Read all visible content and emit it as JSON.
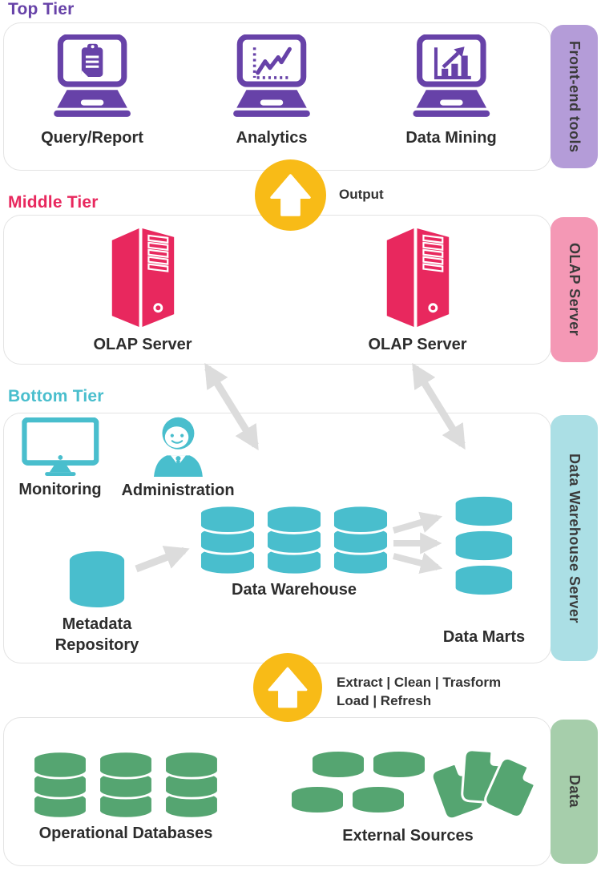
{
  "colors": {
    "purple": "#6742A8",
    "purple-light": "#B49CD8",
    "pink": "#E8285E",
    "pink-light": "#F498B5",
    "teal": "#49BECD",
    "teal-light": "#ABDFE5",
    "green": "#55A571",
    "green-light": "#A6CEAB",
    "yellow": "#F8BB17",
    "arrow-gray": "#DCDCDC",
    "text-dark": "#2D2D2D",
    "border-gray": "#E3E3E3"
  },
  "top_tier": {
    "heading": "Top Tier",
    "tab_label": "Front-end tools",
    "items": {
      "query_report": "Query/Report",
      "analytics": "Analytics",
      "data_mining": "Data Mining"
    }
  },
  "middle_tier": {
    "heading": "Middle Tier",
    "tab_label": "OLAP Server",
    "items": {
      "olap_server_1": "OLAP Server",
      "olap_server_2": "OLAP Server"
    }
  },
  "bottom_tier": {
    "heading": "Bottom Tier",
    "tab_label": "Data Warehouse Server",
    "items": {
      "monitoring": "Monitoring",
      "administration": "Administration",
      "metadata_repository": "Metadata Repository",
      "data_warehouse": "Data Warehouse",
      "data_marts": "Data Marts"
    }
  },
  "data_tier": {
    "tab_label": "Data",
    "items": {
      "operational_databases": "Operational Databases",
      "external_sources": "External Sources"
    }
  },
  "connectors": {
    "output": {
      "label": "Output"
    },
    "etl": {
      "line1": "Extract | Clean | Trasform",
      "line2": "Load | Refresh"
    }
  }
}
